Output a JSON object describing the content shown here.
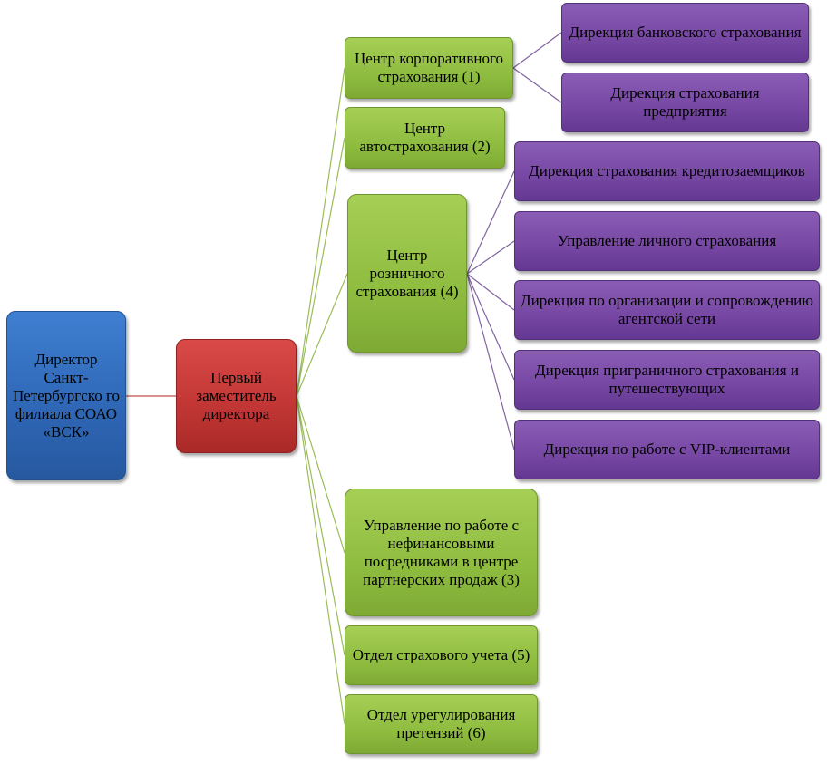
{
  "diagram": {
    "root": {
      "label": "Директор Санкт-Петербургско го филиала СОАО «ВСК»",
      "color": "#2e66b5"
    },
    "deputy": {
      "label": "Первый заместитель директора",
      "color": "#c13634"
    },
    "centers": [
      {
        "label": "Центр корпоративного страхования (1)",
        "children": [
          "Дирекция банковского страхования",
          "Дирекция страхования предприятия"
        ]
      },
      {
        "label": "Центр автострахования (2)",
        "children": []
      },
      {
        "label": "Центр розничного страхования (4)",
        "children": [
          "Дирекция страхования кредитозаемщиков",
          "Управление личного страхования",
          "Дирекция по организации и сопровождению агентской сети",
          "Дирекция приграничного страхования и путешествующих",
          "Дирекция по работе с VIP-клиентами"
        ]
      },
      {
        "label": "Управление по работе с нефинансовыми посредниками в центре партнерских продаж (3)",
        "children": []
      },
      {
        "label": "Отдел страхового учета (5)",
        "children": []
      },
      {
        "label": "Отдел урегулирования претензий (6)",
        "children": []
      }
    ],
    "colors": {
      "center": "#8fbd40",
      "directorate": "#7647a3",
      "root_connector": "#c0504d",
      "center_connector": "#9bbb59",
      "directorate_connector": "#8064a2"
    }
  }
}
